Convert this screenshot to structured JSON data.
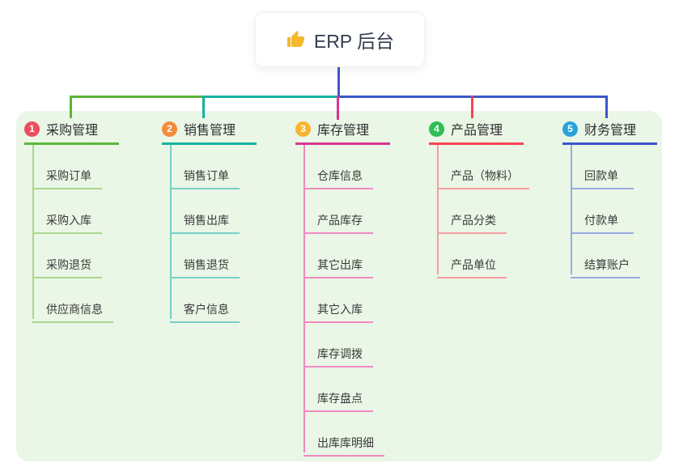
{
  "root": {
    "label": "ERP 后台",
    "icon": "thumbs-up-icon"
  },
  "panel_color": "#eaf6e6",
  "connector_root_color": "#4356cb",
  "branches": [
    {
      "badge": "1",
      "title": "采购管理",
      "color": "#5cb53a",
      "light_color": "#a9d88e",
      "badge_color": "#ef4d5e",
      "children": [
        "采购订单",
        "采购入库",
        "采购退货",
        "供应商信息"
      ]
    },
    {
      "badge": "2",
      "title": "销售管理",
      "color": "#16b2a2",
      "light_color": "#76d0c6",
      "badge_color": "#f68b3b",
      "children": [
        "销售订单",
        "销售出库",
        "销售退货",
        "客户信息"
      ]
    },
    {
      "badge": "3",
      "title": "库存管理",
      "color": "#d7368f",
      "light_color": "#ef8ac0",
      "badge_color": "#f8b42e",
      "children": [
        "仓库信息",
        "产品库存",
        "其它出库",
        "其它入库",
        "库存调拨",
        "库存盘点",
        "出库库明细"
      ]
    },
    {
      "badge": "4",
      "title": "产品管理",
      "color": "#f84353",
      "light_color": "#f79da2",
      "badge_color": "#2ebf55",
      "children": [
        "产品（物料）",
        "产品分类",
        "产品单位"
      ]
    },
    {
      "badge": "5",
      "title": "财务管理",
      "color": "#3a57cb",
      "light_color": "#97abe2",
      "badge_color": "#2aa3da",
      "children": [
        "回款单",
        "付款单",
        "结算账户"
      ]
    }
  ]
}
